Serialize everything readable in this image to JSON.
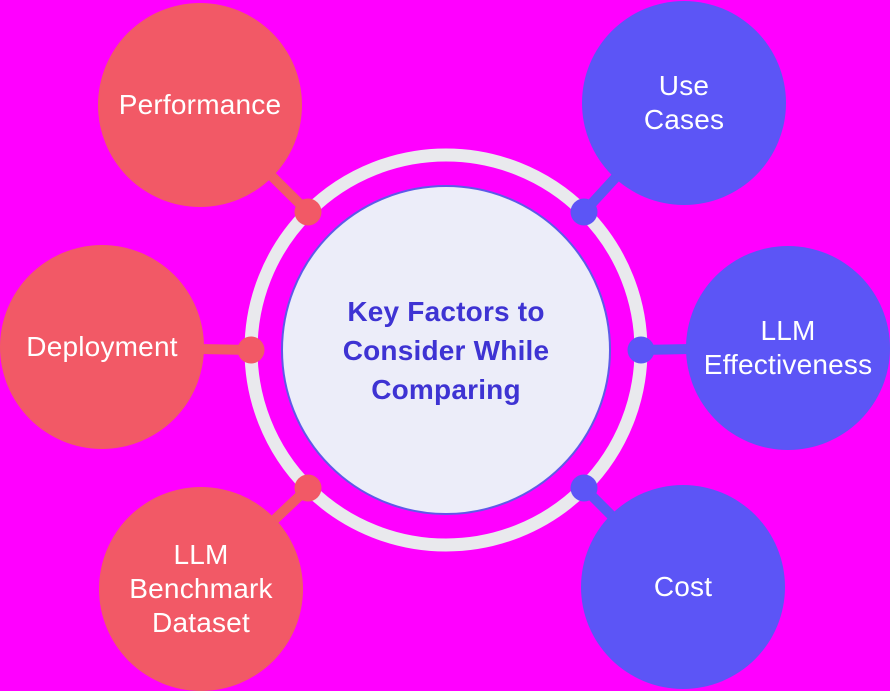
{
  "diagram": {
    "type": "hub-and-spoke",
    "center": {
      "label": "Key Factors to\nConsider While\nComparing"
    },
    "satellites": [
      {
        "id": "performance",
        "label": "Performance",
        "color_role": "coral",
        "position": "top-left"
      },
      {
        "id": "deployment",
        "label": "Deployment",
        "color_role": "coral",
        "position": "middle-left"
      },
      {
        "id": "llm-benchmark",
        "label": "LLM\nBenchmark\nDataset",
        "color_role": "coral",
        "position": "bottom-left"
      },
      {
        "id": "use-cases",
        "label": "Use\nCases",
        "color_role": "blue",
        "position": "top-right"
      },
      {
        "id": "llm-effectiveness",
        "label": "LLM\nEffectiveness",
        "color_role": "blue",
        "position": "middle-right"
      },
      {
        "id": "cost",
        "label": "Cost",
        "color_role": "blue",
        "position": "bottom-right"
      }
    ],
    "colors": {
      "background": "#ff00ff",
      "coral": "#f25966",
      "blue": "#5c55f6",
      "ring": "#e9e9ed",
      "center_fill": "#ecedf9",
      "center_border": "#5f5ae8",
      "center_text": "#3e33d3",
      "satellite_text": "#ffffff"
    }
  }
}
